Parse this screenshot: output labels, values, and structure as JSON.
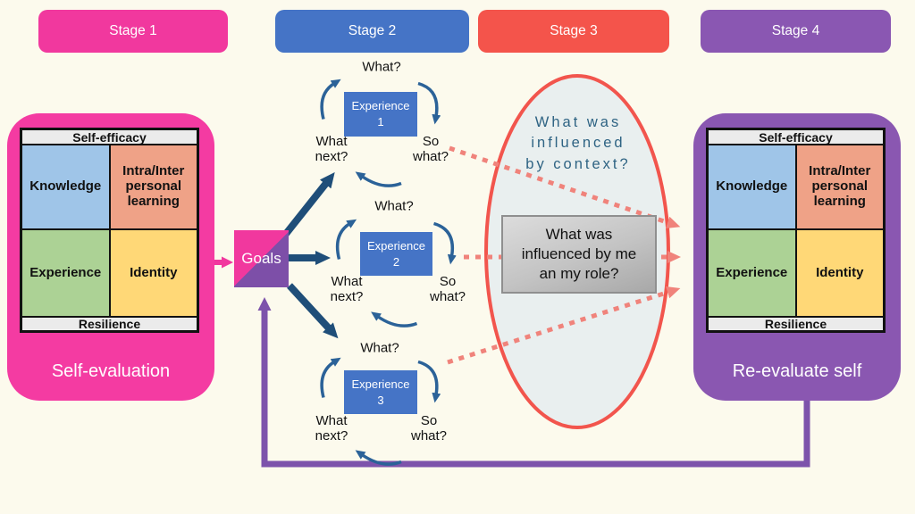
{
  "stages": [
    {
      "label": "Stage 1",
      "color": "#F1389E"
    },
    {
      "label": "Stage 2",
      "color": "#4574C6"
    },
    {
      "label": "Stage 3",
      "color": "#F4544B"
    },
    {
      "label": "Stage 4",
      "color": "#8A57B2"
    }
  ],
  "left_panel": {
    "header": "Self-efficacy",
    "cells": [
      "Knowledge",
      "Intra/Inter personal learning",
      "Experience",
      "Identity"
    ],
    "footer": "Resilience",
    "title": "Self-evaluation",
    "color": "#F43BA2"
  },
  "right_panel": {
    "header": "Self-efficacy",
    "cells": [
      "Knowledge",
      "Intra/Inter personal learning",
      "Experience",
      "Identity"
    ],
    "footer": "Resilience",
    "title": "Re-evaluate self",
    "color": "#8A57B1"
  },
  "goals_label": "Goals",
  "cycles": [
    {
      "box_line1": "Experience",
      "box_line2": "1",
      "what": "What?",
      "so_what": "So what?",
      "what_next": "What next?"
    },
    {
      "box_line1": "Experience",
      "box_line2": "2",
      "what": "What?",
      "so_what": "So what?",
      "what_next": "What next?"
    },
    {
      "box_line1": "Experience",
      "box_line2": "3",
      "what": "What?",
      "so_what": "So what?",
      "what_next": "What next?"
    }
  ],
  "ellipse": {
    "line1": "What was",
    "line2": "influenced",
    "line3": "by context?",
    "fill": "#E9EFEF",
    "border": "#F2554D",
    "text_color": "#2E6383"
  },
  "gray_box": {
    "line1": "What was",
    "line2": "influenced by me",
    "line3": "an my role?"
  },
  "colors": {
    "background": "#FCFAED",
    "experience_box": "#4574C6",
    "navy_arrow": "#1F4E79",
    "cycle_arrow": "#2B6298",
    "dotted_arrow": "#F0837B",
    "purple_loop": "#7D53AB",
    "pink_arrow": "#F1389E",
    "knowledge_cell": "#9FC5E8",
    "intra_cell": "#EFA287",
    "experience_cell": "#ACD295",
    "identity_cell": "#FFD877",
    "table_band": "#EBEBEB"
  }
}
